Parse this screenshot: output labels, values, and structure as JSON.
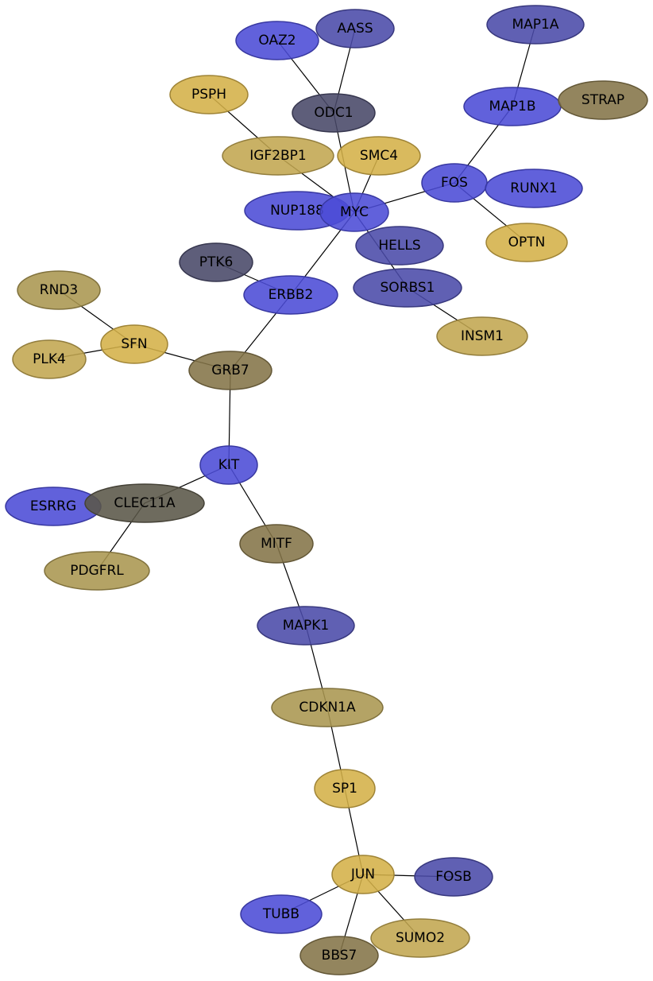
{
  "colors": {
    "blue": "#4b4bd6",
    "slate_blue": "#4a4aa8",
    "dark_slate": "#484868",
    "gold": "#d4b048",
    "tan": "#c2a650",
    "khaki": "#aa9650",
    "olive": "#847448",
    "dark_olive": "#5a5648",
    "edge": "#000000"
  },
  "nodes": [
    {
      "id": "MAP1A",
      "label": "MAP1A",
      "color": "slate_blue"
    },
    {
      "id": "AASS",
      "label": "AASS",
      "color": "slate_blue"
    },
    {
      "id": "OAZ2",
      "label": "OAZ2",
      "color": "blue"
    },
    {
      "id": "PSPH",
      "label": "PSPH",
      "color": "gold"
    },
    {
      "id": "ODC1",
      "label": "ODC1",
      "color": "dark_slate"
    },
    {
      "id": "MAP1B",
      "label": "MAP1B",
      "color": "blue"
    },
    {
      "id": "STRAP",
      "label": "STRAP",
      "color": "olive"
    },
    {
      "id": "IGF2BP1",
      "label": "IGF2BP1",
      "color": "tan"
    },
    {
      "id": "SMC4",
      "label": "SMC4",
      "color": "gold"
    },
    {
      "id": "FOS",
      "label": "FOS",
      "color": "blue"
    },
    {
      "id": "RUNX1",
      "label": "RUNX1",
      "color": "blue"
    },
    {
      "id": "NUP188",
      "label": "NUP188",
      "color": "blue"
    },
    {
      "id": "MYC",
      "label": "MYC",
      "color": "blue"
    },
    {
      "id": "OPTN",
      "label": "OPTN",
      "color": "gold"
    },
    {
      "id": "HELLS",
      "label": "HELLS",
      "color": "slate_blue"
    },
    {
      "id": "PTK6",
      "label": "PTK6",
      "color": "dark_slate"
    },
    {
      "id": "ERBB2",
      "label": "ERBB2",
      "color": "blue"
    },
    {
      "id": "SORBS1",
      "label": "SORBS1",
      "color": "slate_blue"
    },
    {
      "id": "RND3",
      "label": "RND3",
      "color": "khaki"
    },
    {
      "id": "INSM1",
      "label": "INSM1",
      "color": "tan"
    },
    {
      "id": "SFN",
      "label": "SFN",
      "color": "gold"
    },
    {
      "id": "PLK4",
      "label": "PLK4",
      "color": "tan"
    },
    {
      "id": "GRB7",
      "label": "GRB7",
      "color": "olive"
    },
    {
      "id": "KIT",
      "label": "KIT",
      "color": "blue"
    },
    {
      "id": "ESRRG",
      "label": "ESRRG",
      "color": "blue"
    },
    {
      "id": "CLEC11A",
      "label": "CLEC11A",
      "color": "dark_olive"
    },
    {
      "id": "MITF",
      "label": "MITF",
      "color": "olive"
    },
    {
      "id": "PDGFRL",
      "label": "PDGFRL",
      "color": "khaki"
    },
    {
      "id": "MAPK1",
      "label": "MAPK1",
      "color": "slate_blue"
    },
    {
      "id": "CDKN1A",
      "label": "CDKN1A",
      "color": "khaki"
    },
    {
      "id": "SP1",
      "label": "SP1",
      "color": "gold"
    },
    {
      "id": "JUN",
      "label": "JUN",
      "color": "gold"
    },
    {
      "id": "FOSB",
      "label": "FOSB",
      "color": "slate_blue"
    },
    {
      "id": "TUBB",
      "label": "TUBB",
      "color": "blue"
    },
    {
      "id": "SUMO2",
      "label": "SUMO2",
      "color": "tan"
    },
    {
      "id": "BBS7",
      "label": "BBS7",
      "color": "olive"
    }
  ],
  "edges": [
    [
      "OAZ2",
      "ODC1"
    ],
    [
      "AASS",
      "ODC1"
    ],
    [
      "ODC1",
      "MYC"
    ],
    [
      "PSPH",
      "IGF2BP1"
    ],
    [
      "IGF2BP1",
      "MYC"
    ],
    [
      "SMC4",
      "MYC"
    ],
    [
      "MAP1A",
      "MAP1B"
    ],
    [
      "MAP1B",
      "FOS"
    ],
    [
      "FOS",
      "MYC"
    ],
    [
      "FOS",
      "OPTN"
    ],
    [
      "MYC",
      "SORBS1"
    ],
    [
      "MYC",
      "ERBB2"
    ],
    [
      "PTK6",
      "ERBB2"
    ],
    [
      "SORBS1",
      "INSM1"
    ],
    [
      "ERBB2",
      "GRB7"
    ],
    [
      "RND3",
      "SFN"
    ],
    [
      "PLK4",
      "SFN"
    ],
    [
      "SFN",
      "GRB7"
    ],
    [
      "GRB7",
      "KIT"
    ],
    [
      "KIT",
      "CLEC11A"
    ],
    [
      "KIT",
      "MITF"
    ],
    [
      "CLEC11A",
      "PDGFRL"
    ],
    [
      "MITF",
      "MAPK1"
    ],
    [
      "MAPK1",
      "CDKN1A"
    ],
    [
      "CDKN1A",
      "SP1"
    ],
    [
      "SP1",
      "JUN"
    ],
    [
      "JUN",
      "FOSB"
    ],
    [
      "JUN",
      "TUBB"
    ],
    [
      "JUN",
      "SUMO2"
    ],
    [
      "JUN",
      "BBS7"
    ]
  ]
}
